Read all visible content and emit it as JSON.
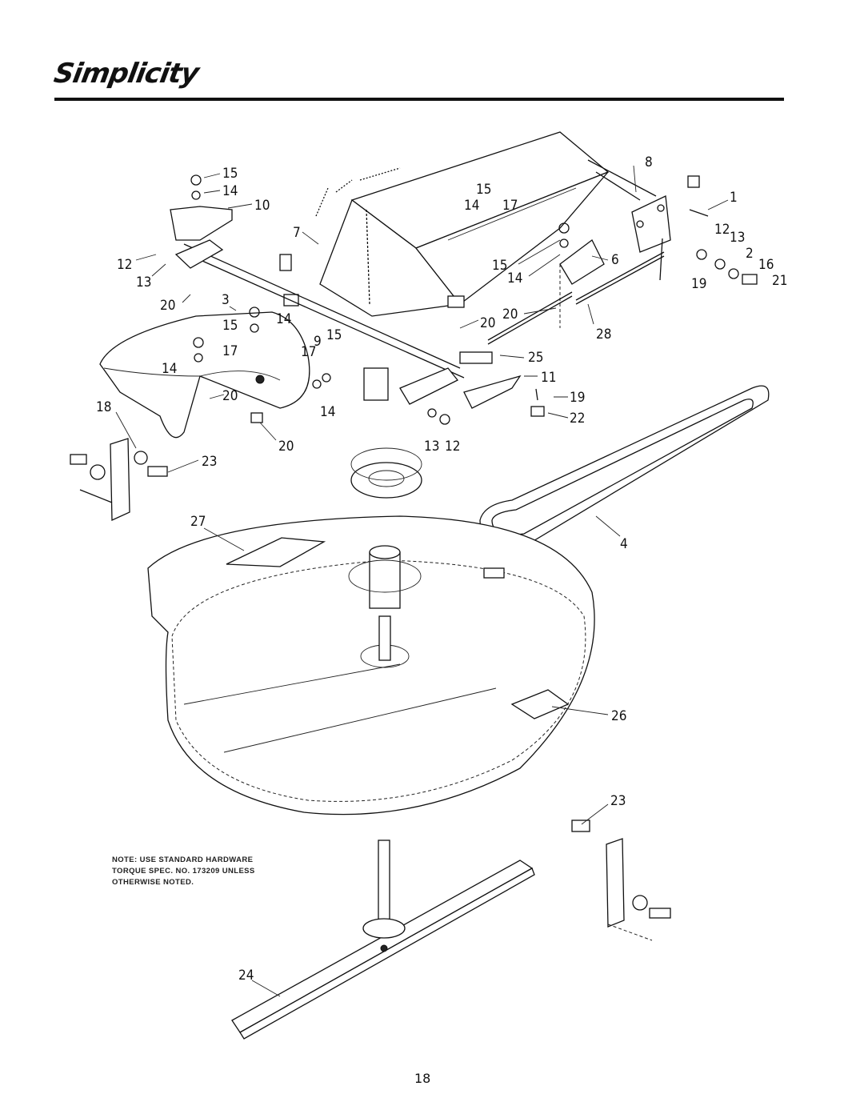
{
  "header": {
    "brand": "Simplicity"
  },
  "note": {
    "lines": [
      "NOTE:  USE STANDARD HARDWARE",
      "TORQUE SPEC. NO. 173209 UNLESS",
      "OTHERWISE NOTED."
    ]
  },
  "callouts": {
    "c15a": "15",
    "c14a": "14",
    "c10": "10",
    "c7": "7",
    "c12a": "12",
    "c13a": "13",
    "c20a": "20",
    "c3": "3",
    "c15b": "15",
    "c14b": "14",
    "c17a": "17",
    "c14c": "14",
    "c15c": "15",
    "c14d": "14",
    "c17b": "17",
    "c8": "8",
    "c1": "1",
    "c12b": "12",
    "c13b": "13",
    "c2": "2",
    "c16": "16",
    "c21": "21",
    "c19a": "19",
    "c6": "6",
    "c15d": "15",
    "c14e": "14",
    "c20b": "20",
    "c20c": "20",
    "c28": "28",
    "c9": "9",
    "c15e": "15",
    "c17c": "17",
    "c25": "25",
    "c11": "11",
    "c19b": "19",
    "c22": "22",
    "c20d": "20",
    "c14f": "14",
    "c18": "18",
    "c20e": "20",
    "c13c": "13",
    "c12c": "12",
    "c23a": "23",
    "c27": "27",
    "c4": "4",
    "c26": "26",
    "c23b": "23",
    "c24": "24"
  },
  "footer": {
    "page_number": "18"
  }
}
